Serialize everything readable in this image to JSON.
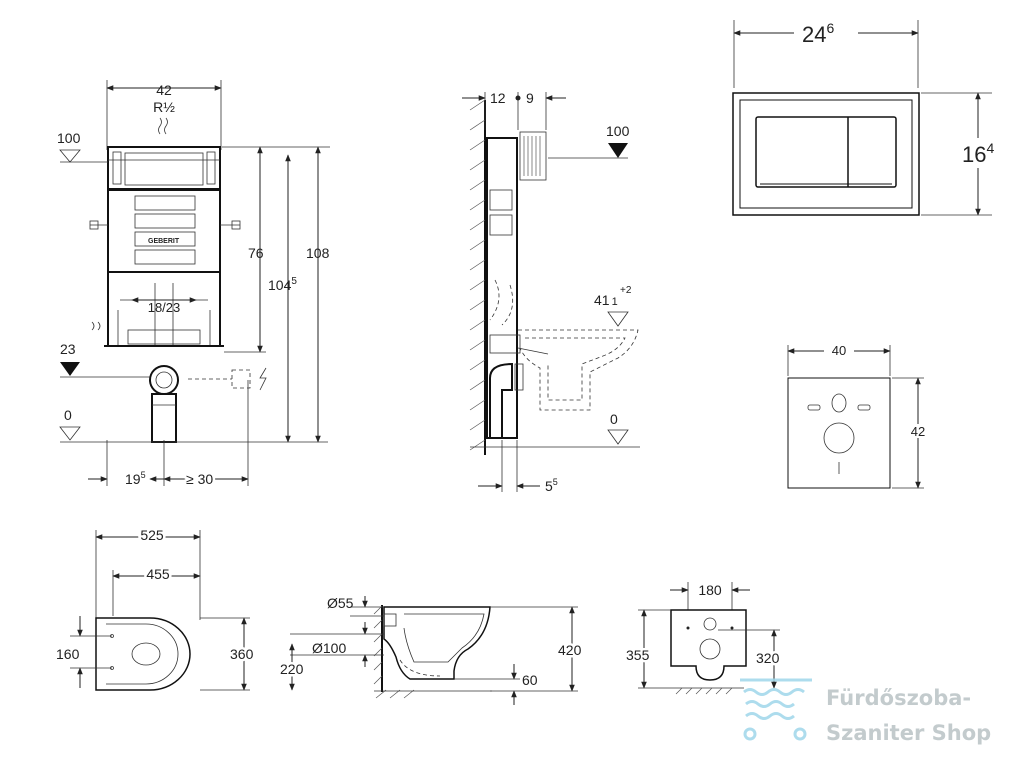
{
  "frame_front": {
    "width": "42",
    "connection": "R½",
    "level_100": "100",
    "level_23": "23",
    "level_0": "0",
    "height_76": "76",
    "height_1045_base": "104",
    "height_1045_sup": "5",
    "height_108": "108",
    "range_1823": "18/23",
    "offset_195_base": "19",
    "offset_195_sup": "5",
    "min_30": "≥ 30",
    "brand": "GEBERIT"
  },
  "frame_side": {
    "depth_12": "12",
    "depth_9": "9",
    "level_100": "100",
    "level_41_base": "41",
    "level_41_tol_plus": "+2",
    "level_41_tol_minus": "1",
    "level_0": "0",
    "offset_55_base": "5",
    "offset_55_sup": "5"
  },
  "flush_plate": {
    "width_base": "24",
    "width_sup": "6",
    "height_base": "16",
    "height_sup": "4"
  },
  "sound_pad": {
    "width": "40",
    "height": "42"
  },
  "toilet_top": {
    "length_525": "525",
    "length_455": "455",
    "width_360": "360",
    "holes_160": "160"
  },
  "toilet_side": {
    "d55": "Ø55",
    "d100": "Ø100",
    "h220": "220",
    "h420": "420",
    "h60": "60"
  },
  "toilet_back": {
    "w180": "180",
    "h355": "355",
    "h320": "320"
  },
  "watermark": {
    "line1": "Fürdőszoba-",
    "line2": "Szaniter Shop",
    "color": "#b9c2c5",
    "icon_color": "#9fd6ea"
  }
}
